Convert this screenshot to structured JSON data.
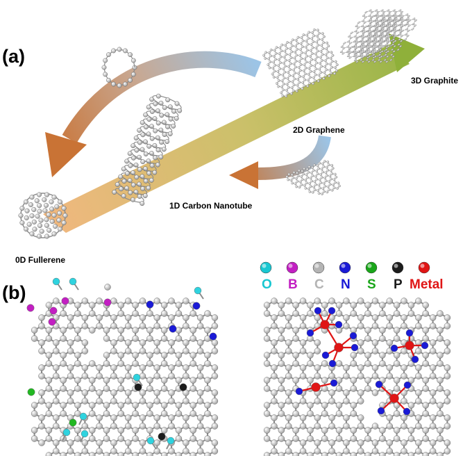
{
  "panels": {
    "a": "(a)",
    "b": "(b)"
  },
  "labels": {
    "graphite": "3D  Graphite",
    "graphene": "2D  Graphene",
    "nanotube": "1D  Carbon Nanotube",
    "fullerene": "0D  Fullerene"
  },
  "legend": [
    {
      "text": "O",
      "color": "#19c7d1"
    },
    {
      "text": "B",
      "color": "#c21fc2"
    },
    {
      "text": "C",
      "color": "#b4b4b4"
    },
    {
      "text": "N",
      "color": "#1a1ad6"
    },
    {
      "text": "S",
      "color": "#1aa61a"
    },
    {
      "text": "P",
      "color": "#1c1c1c"
    },
    {
      "text": "Metal",
      "color": "#e01515"
    }
  ],
  "colors": {
    "carbon": "#b9b9b9",
    "bond": "#8c8c8c",
    "oxygen": "#2fd3df",
    "boron": "#c21fc2",
    "nitrogen": "#1a1ad6",
    "sulfur": "#22b822",
    "phosphorus": "#1c1c1c",
    "metal": "#e01515"
  }
}
